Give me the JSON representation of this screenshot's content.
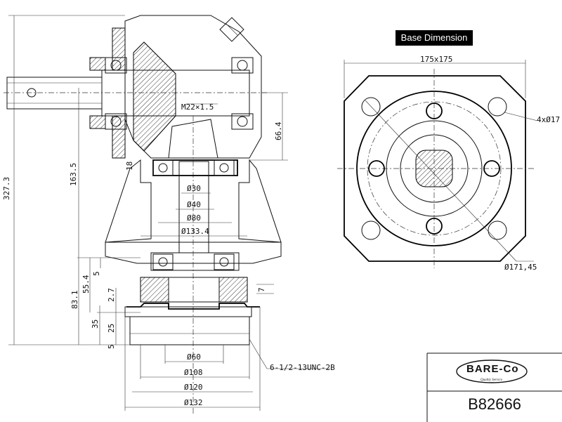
{
  "header": {
    "base_dimension": "Base Dimension"
  },
  "side_view": {
    "dims": {
      "overall_height": "327.3",
      "height_163": "163.5",
      "height_66": "66.4",
      "offset_18": "18",
      "thread": "M22×1.5",
      "d30": "Ø30",
      "d40": "Ø40",
      "d80": "Ø80",
      "d133": "Ø133.4",
      "v5a": "5",
      "v55": "55.4",
      "v27": "2.7",
      "v83": "83.1",
      "v35": "35",
      "v25": "25",
      "v5b": "5",
      "v7": "7",
      "d60": "Ø60",
      "d108": "Ø108",
      "d120": "Ø120",
      "d132": "Ø132",
      "unc": "6-1/2-13UNC-2B"
    }
  },
  "base_view": {
    "square": "175x175",
    "holes": "4xØ17",
    "bolt_circle": "Ø171,45"
  },
  "title_block": {
    "brand": "BARE-Co",
    "tagline": "Quality Service",
    "part_number": "B82666"
  }
}
